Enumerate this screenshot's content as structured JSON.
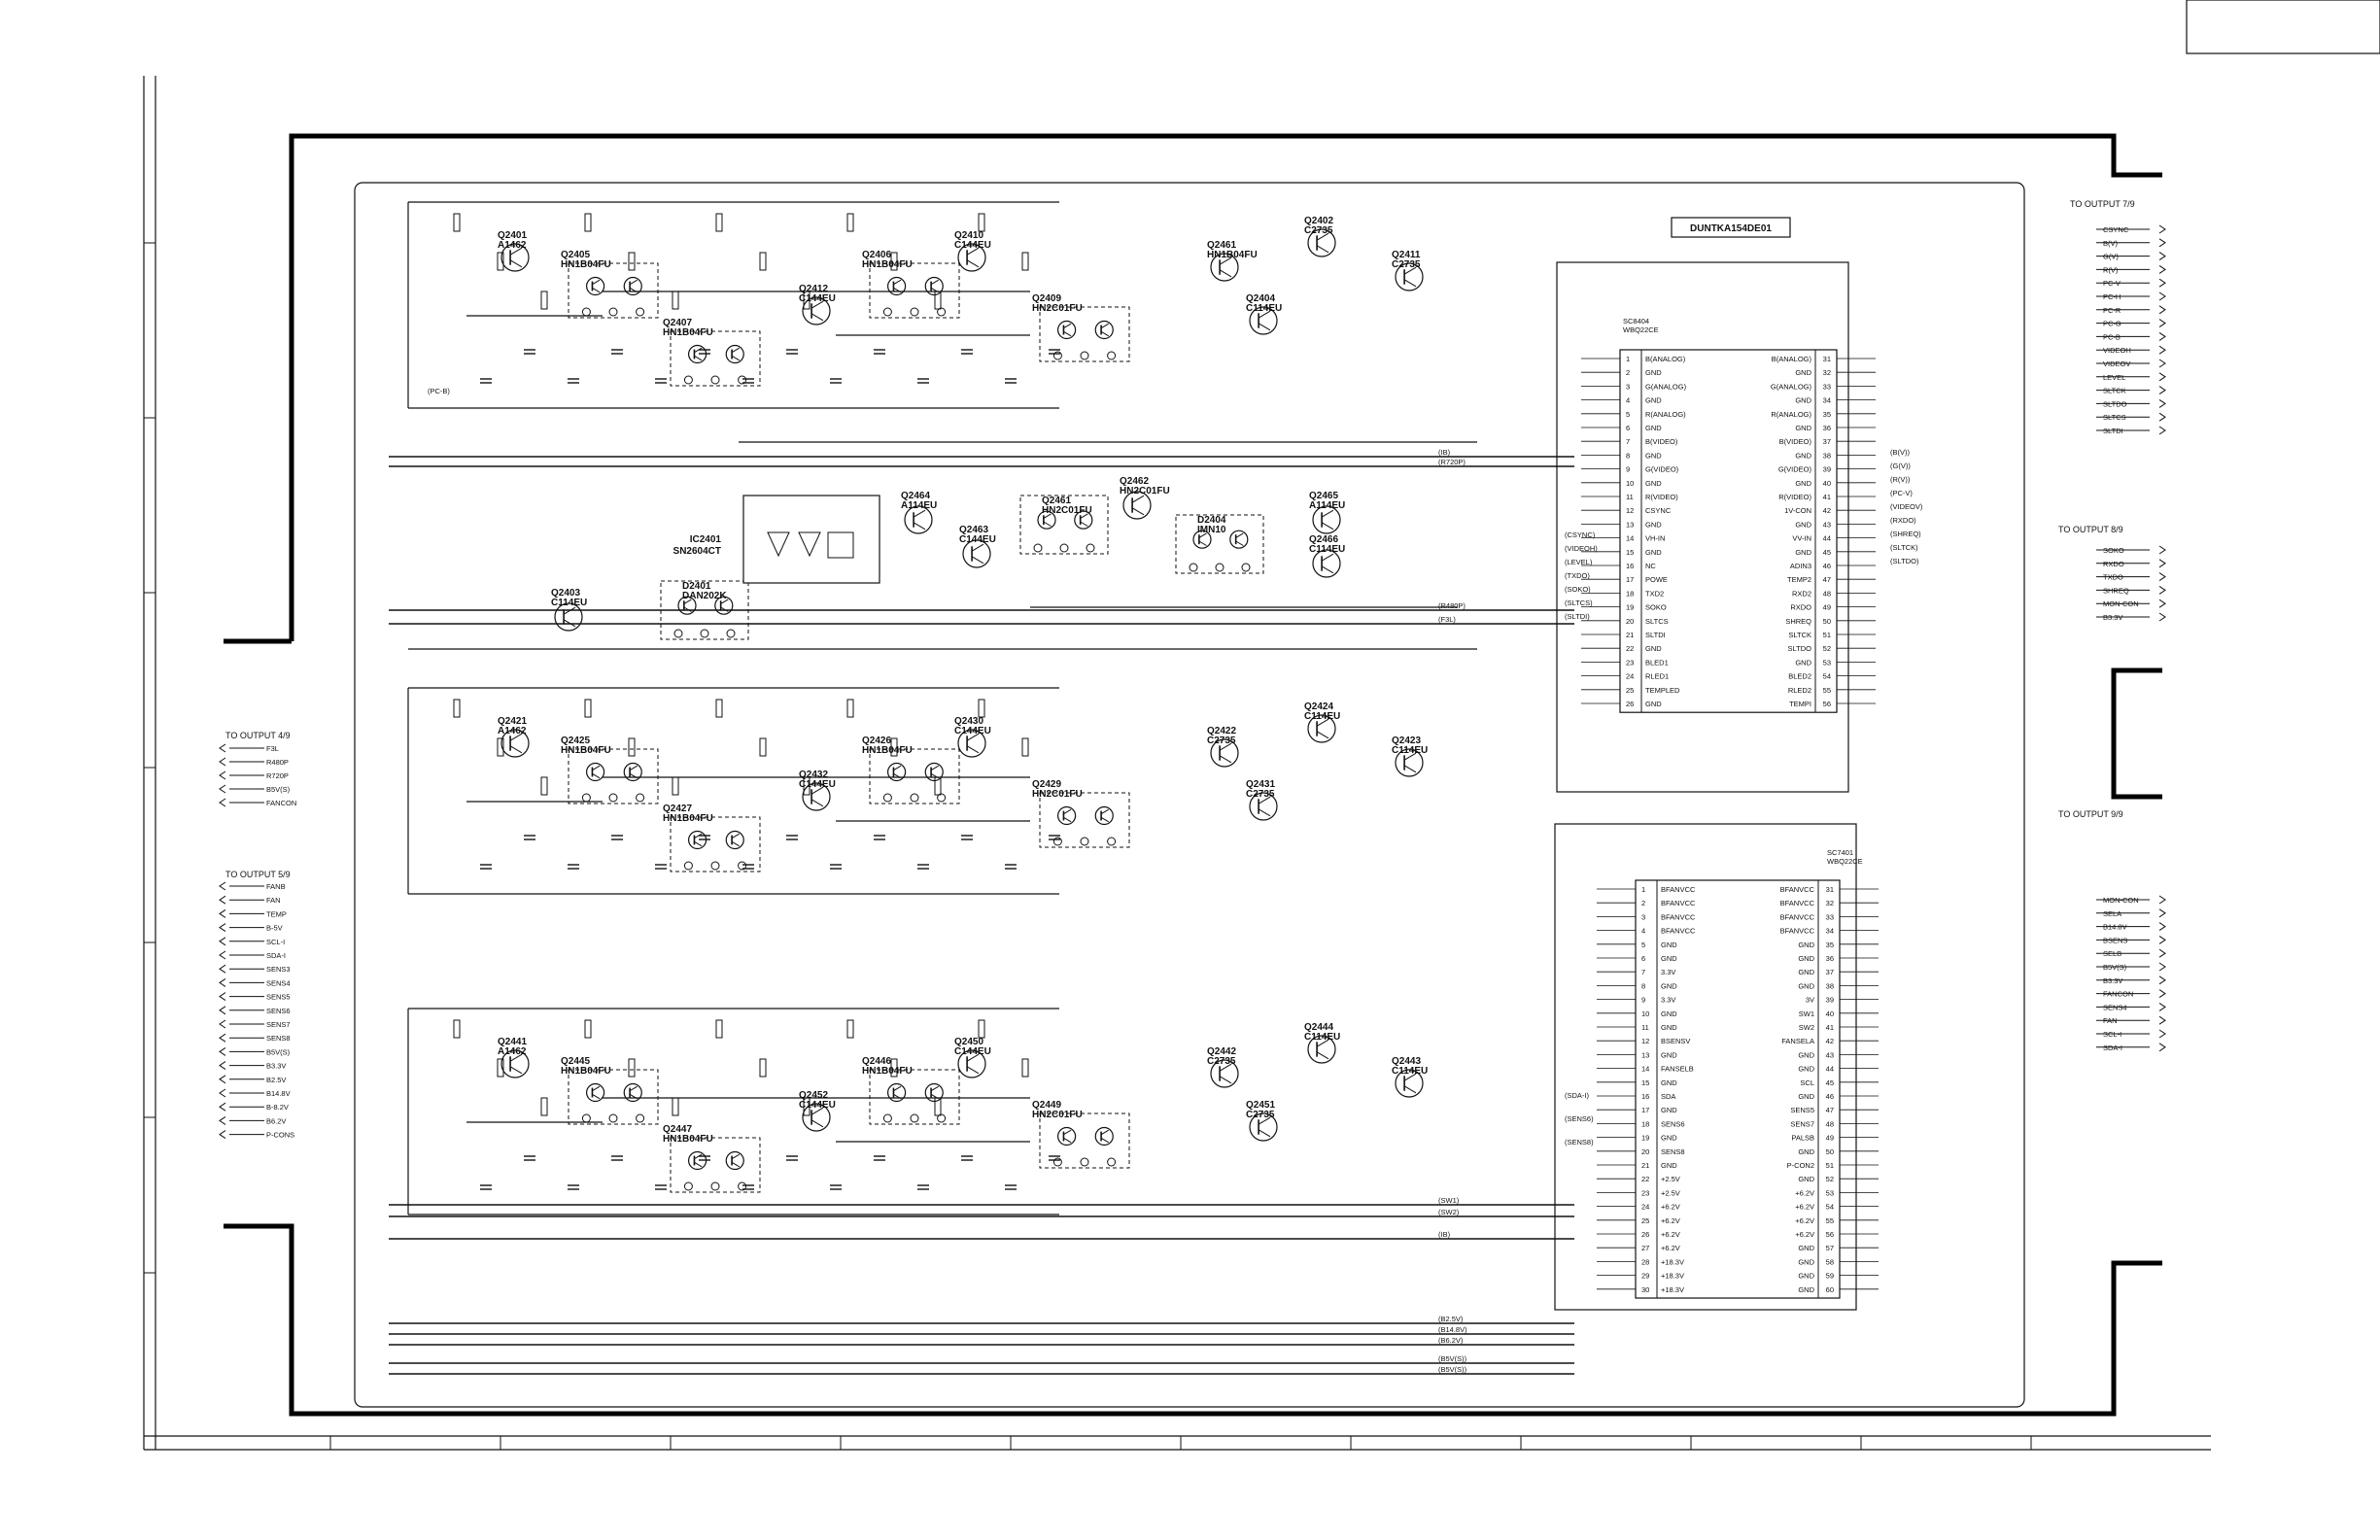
{
  "board_id": "DUNTKA154DE01",
  "output_groups": {
    "out_7": {
      "title": "TO OUTPUT 7/9",
      "signals": [
        "CSYNC",
        "B(V)",
        "G(V)",
        "R(V)",
        "PC-V",
        "PC-H",
        "PC-R",
        "PC-G",
        "PC-B",
        "VIDEOH",
        "VIDEOV",
        "LEVEL",
        "SLTCK",
        "SLTDO",
        "SLTCS",
        "SLTDI"
      ]
    },
    "out_8": {
      "title": "TO OUTPUT 8/9",
      "signals": [
        "SOKO",
        "RXDO",
        "TXDO",
        "SHREQ",
        "MON-CON",
        "B3.3V"
      ]
    },
    "out_9": {
      "title": "TO OUTPUT 9/9",
      "signals": [
        "MON-CON",
        "SELA",
        "B14.8V",
        "BSENS",
        "SELB",
        "B5V(S)",
        "B3.3V",
        "FANCON",
        "SENS4",
        "FAN",
        "SCL-I",
        "SDA-I"
      ]
    },
    "out_4": {
      "title": "TO OUTPUT 4/9",
      "signals": [
        "F3L",
        "R480P",
        "R720P",
        "B5V(S)",
        "FANCON"
      ]
    },
    "out_5": {
      "title": "TO OUTPUT 5/9",
      "signals": [
        "FANB",
        "FAN",
        "TEMP",
        "B-5V",
        "SCL-I",
        "SDA-I",
        "SENS3",
        "SENS4",
        "SENS5",
        "SENS6",
        "SENS7",
        "SENS8",
        "B5V(S)",
        "B3.3V",
        "B2.5V",
        "B14.8V",
        "B-8.2V",
        "B6.2V",
        "P-CONS"
      ]
    }
  },
  "connector_1": {
    "ref": "SC8404",
    "part": "WBQ22CE",
    "pins_left": [
      "B(ANALOG)",
      "GND",
      "G(ANALOG)",
      "GND",
      "R(ANALOG)",
      "GND",
      "B(VIDEO)",
      "GND",
      "G(VIDEO)",
      "GND",
      "R(VIDEO)",
      "CSYNC",
      "GND",
      "VH-IN",
      "GND",
      "NC",
      "POWE",
      "TXD2",
      "SOKO",
      "SLTCS",
      "SLTDI",
      "GND",
      "BLED1",
      "RLED1",
      "TEMPLED",
      "GND"
    ],
    "pins_right": [
      "B(ANALOG)",
      "GND",
      "G(ANALOG)",
      "GND",
      "R(ANALOG)",
      "GND",
      "B(VIDEO)",
      "GND",
      "G(VIDEO)",
      "GND",
      "R(VIDEO)",
      "1V-CON",
      "GND",
      "VV-IN",
      "GND",
      "ADIN3",
      "TEMP2",
      "RXD2",
      "RXDO",
      "SHREQ",
      "SLTCK",
      "SLTDO",
      "GND",
      "BLED2",
      "RLED2",
      "TEMPI"
    ]
  },
  "connector_2": {
    "ref": "SC7401",
    "part": "WBQ22CE",
    "pins_left": [
      "BFANVCC",
      "BFANVCC",
      "BFANVCC",
      "BFANVCC",
      "GND",
      "GND",
      "3.3V",
      "GND",
      "3.3V",
      "GND",
      "GND",
      "BSENSV",
      "GND",
      "FANSELB",
      "GND",
      "SDA",
      "GND",
      "SENS6",
      "GND",
      "SENS8",
      "GND",
      "+2.5V",
      "+2.5V",
      "+6.2V",
      "+6.2V",
      "+6.2V",
      "+6.2V",
      "+18.3V",
      "+18.3V",
      "+18.3V"
    ],
    "pins_right": [
      "BFANVCC",
      "BFANVCC",
      "BFANVCC",
      "BFANVCC",
      "GND",
      "GND",
      "GND",
      "GND",
      "3V",
      "SW1",
      "SW2",
      "FANSELA",
      "GND",
      "GND",
      "SCL",
      "GND",
      "SENS5",
      "SENS7",
      "PALSB",
      "GND",
      "P-CON2",
      "GND",
      "+6.2V",
      "+6.2V",
      "+6.2V",
      "+6.2V",
      "GND",
      "GND",
      "GND",
      "GND"
    ]
  },
  "components": {
    "ic": {
      "ref": "IC2401",
      "part": "SN2604CT"
    },
    "block1": [
      "Q2401",
      "A1462",
      "Q2405",
      "HN1B04FU",
      "Q2407",
      "HN1B04FU",
      "Q2412",
      "C144EU",
      "Q2406",
      "HN1B04FU",
      "Q2410",
      "C144EU",
      "Q2409",
      "HN2C01FU",
      "Q2461",
      "HN1B04FU",
      "Q2402",
      "C2735",
      "Q2404",
      "C114EU",
      "Q2411",
      "C2735"
    ],
    "block2": [
      "Q2421",
      "A1462",
      "Q2425",
      "HN1B04FU",
      "Q2427",
      "HN1B04FU",
      "Q2432",
      "C144EU",
      "Q2426",
      "HN1B04FU",
      "Q2430",
      "C144EU",
      "Q2429",
      "HN2C01FU",
      "Q2422",
      "C2735",
      "Q2424",
      "C114EU",
      "Q2431",
      "C2735",
      "Q2423",
      "C114EU"
    ],
    "block3": [
      "Q2441",
      "A1462",
      "Q2445",
      "HN1B04FU",
      "Q2447",
      "HN1B04FU",
      "Q2452",
      "C144EU",
      "Q2446",
      "HN1B04FU",
      "Q2450",
      "C144EU",
      "Q2449",
      "HN2C01FU",
      "Q2442",
      "C2735",
      "Q2444",
      "C114EU",
      "Q2451",
      "C2735",
      "Q2443",
      "C114EU"
    ],
    "mid": [
      "Q2403",
      "C114EU",
      "Q2464",
      "A114EU",
      "Q2463",
      "C144EU",
      "Q2462",
      "HN2C01FU",
      "Q2465",
      "A114EU",
      "Q2466",
      "C114EU",
      "Q2461",
      "HN2C01FU",
      "D2401",
      "DAN202K",
      "D2404",
      "IMN10"
    ]
  },
  "bus_labels": [
    "(B2.5V)",
    "(B14.8V)",
    "(B6.2V)",
    "(B5V(S))",
    "(B5V(S))",
    "(SW1)",
    "(SW2)",
    "(IB)",
    "(IB)",
    "(R720P)",
    "(R480P)",
    "(F3L)"
  ],
  "side_labels": [
    "(PC-B)",
    "(CSYNC)",
    "(VIDEOH)",
    "(LEVEL)",
    "(TXDO)",
    "(SOKO)",
    "(SLTCS)",
    "(SLTDI)",
    "(B(V))",
    "(G(V))",
    "(R(V))",
    "(PC-V)",
    "(VIDEOV)",
    "(RXDO)",
    "(SHREQ)",
    "(SLTCK)",
    "(SLTDO)",
    "(SDA-I)",
    "(SENS6)",
    "(SENS8)"
  ]
}
